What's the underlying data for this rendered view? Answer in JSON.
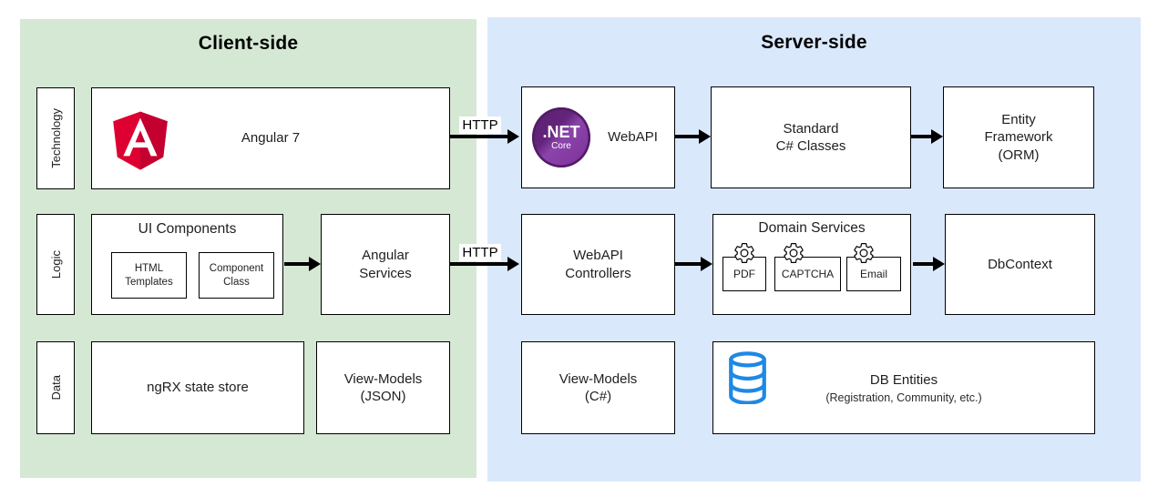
{
  "client": {
    "title": "Client-side",
    "row_labels": {
      "technology": "Technology",
      "logic": "Logic",
      "data": "Data"
    },
    "technology": {
      "angular_label": "Angular 7"
    },
    "logic": {
      "ui_components_title": "UI Components",
      "html_templates": "HTML\nTemplates",
      "component_class": "Component\nClass",
      "angular_services": "Angular\nServices"
    },
    "data": {
      "ngrx": "ngRX state store",
      "view_models_json": "View-Models\n(JSON)"
    }
  },
  "server": {
    "title": "Server-side",
    "technology": {
      "dotnet_logo": {
        "line1": ".NET",
        "line2": "Core"
      },
      "webapi": "WebAPI",
      "standard_classes": "Standard\nC# Classes",
      "entity_framework": "Entity\nFramework\n(ORM)"
    },
    "logic": {
      "webapi_controllers": "WebAPI\nControllers",
      "domain_services_title": "Domain Services",
      "pdf": "PDF",
      "captcha": "CAPTCHA",
      "email": "Email",
      "dbcontext": "DbContext"
    },
    "data": {
      "view_models_cs": "View-Models\n(C#)",
      "db_entities_title": "DB Entities",
      "db_entities_subtitle": "(Registration, Community, etc.)"
    }
  },
  "connections": {
    "http_technology_label": "HTTP",
    "http_logic_label": "HTTP"
  },
  "icons": {
    "angular_logo": "angular-shield-icon",
    "dotnet_logo": "dotnet-core-icon",
    "gear": "gear-icon",
    "database": "database-cylinder-icon"
  },
  "colors": {
    "client_panel_bg": "#d5e8d4",
    "server_panel_bg": "#dae8fc",
    "box_border": "#000000",
    "arrow": "#000000",
    "angular_red": "#dd0031",
    "angular_dark_red": "#c3002f",
    "dotnet_purple": "#68217a",
    "dotnet_purple_light": "#8b44ab",
    "database_blue": "#1e88e5"
  }
}
